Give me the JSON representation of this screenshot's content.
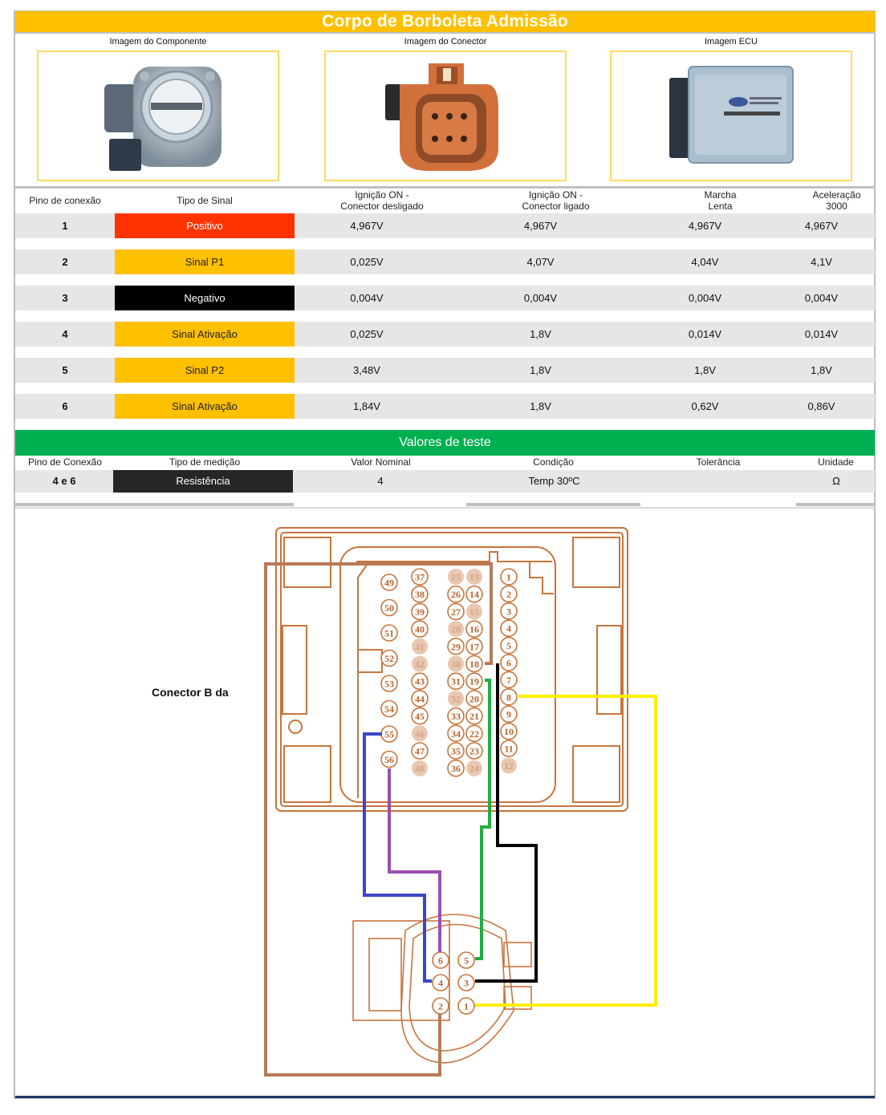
{
  "title": "Corpo de Borboleta Admissão",
  "images": {
    "component_label": "Imagem do Componente",
    "connector_label": "Imagem do Conector",
    "ecu_label": "Imagem ECU"
  },
  "signal_table": {
    "headers": [
      "Pino de conexão",
      "Tipo de Sinal",
      "Ignição ON - Conector desligado",
      "Ignição ON - Conector ligado",
      "Marcha Lenta",
      "Aceleração 3000"
    ],
    "header_lines": {
      "ign_off_1": "Ignição ON -",
      "ign_off_2": "Conector desligado",
      "ign_on_1": "Ignição ON -",
      "ign_on_2": "Conector ligado",
      "idle_1": "Marcha",
      "idle_2": "Lenta",
      "accel_1": "Aceleração",
      "accel_2": "3000"
    },
    "rows": [
      {
        "pin": "1",
        "signal": "Positivo",
        "signal_color": "#ff3300",
        "signal_text_color": "#ffffff",
        "ign_off": "4,967V",
        "ign_on": "4,967V",
        "idle": "4,967V",
        "accel": "4,967V"
      },
      {
        "pin": "2",
        "signal": "Sinal P1",
        "signal_color": "#ffc000",
        "signal_text_color": "#222222",
        "ign_off": "0,025V",
        "ign_on": "4,07V",
        "idle": "4,04V",
        "accel": "4,1V"
      },
      {
        "pin": "3",
        "signal": "Negativo",
        "signal_color": "#000000",
        "signal_text_color": "#ffffff",
        "ign_off": "0,004V",
        "ign_on": "0,004V",
        "idle": "0,004V",
        "accel": "0,004V"
      },
      {
        "pin": "4",
        "signal": "Sinal Ativação",
        "signal_color": "#ffc000",
        "signal_text_color": "#222222",
        "ign_off": "0,025V",
        "ign_on": "1,8V",
        "idle": "0,014V",
        "accel": "0,014V"
      },
      {
        "pin": "5",
        "signal": "Sinal P2",
        "signal_color": "#ffc000",
        "signal_text_color": "#222222",
        "ign_off": "3,48V",
        "ign_on": "1,8V",
        "idle": "1,8V",
        "accel": "1,8V"
      },
      {
        "pin": "6",
        "signal": "Sinal Ativação",
        "signal_color": "#ffc000",
        "signal_text_color": "#222222",
        "ign_off": "1,84V",
        "ign_on": "1,8V",
        "idle": "0,62V",
        "accel": "0,86V"
      }
    ]
  },
  "test_values": {
    "title": "Valores de teste",
    "headers": [
      "Pino de Conexão",
      "Tipo de medição",
      "Valor Nominal",
      "Condição",
      "Tolerância",
      "Unidade"
    ],
    "row": {
      "pin": "4 e 6",
      "type": "Resistência",
      "nominal": "4",
      "condition": "Temp 30ºC",
      "tolerance": "",
      "unit": "Ω"
    }
  },
  "diagram": {
    "label": "Conector B da",
    "ecu_pins_col_far_left": [
      "49",
      "50",
      "51",
      "52",
      "53",
      "54",
      "55",
      "56"
    ],
    "ecu_pins_col_left": [
      "37",
      "38",
      "39",
      "40",
      "41",
      "42",
      "43",
      "44",
      "45",
      "46",
      "47",
      "48"
    ],
    "ecu_pins_col_mid": [
      "25",
      "26",
      "27",
      "28",
      "29",
      "30",
      "31",
      "32",
      "33",
      "34",
      "35",
      "36"
    ],
    "ecu_pins_col_right": [
      "13",
      "14",
      "15",
      "16",
      "17",
      "18",
      "19",
      "20",
      "21",
      "22",
      "23",
      "24"
    ],
    "ecu_pins_col_far_right": [
      "1",
      "2",
      "3",
      "4",
      "5",
      "6",
      "7",
      "8",
      "9",
      "10",
      "11",
      "12"
    ],
    "ecu_pins_unused": [
      "41",
      "42",
      "46",
      "48",
      "25",
      "28",
      "30",
      "32",
      "13",
      "15",
      "24",
      "12"
    ],
    "sensor_pins": [
      "6",
      "5",
      "4",
      "3",
      "2",
      "1"
    ],
    "wires": [
      {
        "from_ecu": "18",
        "to_sensor": "2",
        "color": "#b87a56"
      },
      {
        "from_ecu": "6",
        "to_sensor": "3",
        "color": "#000000"
      },
      {
        "from_ecu": "19",
        "to_sensor": "5",
        "color": "#1fae3f"
      },
      {
        "from_ecu": "8",
        "to_sensor": "1",
        "color": "#ffee00"
      },
      {
        "from_ecu": "55",
        "to_sensor": "4",
        "color": "#3a45c8"
      },
      {
        "from_ecu": "56",
        "to_sensor": "6",
        "color": "#9b4fb0"
      }
    ]
  }
}
